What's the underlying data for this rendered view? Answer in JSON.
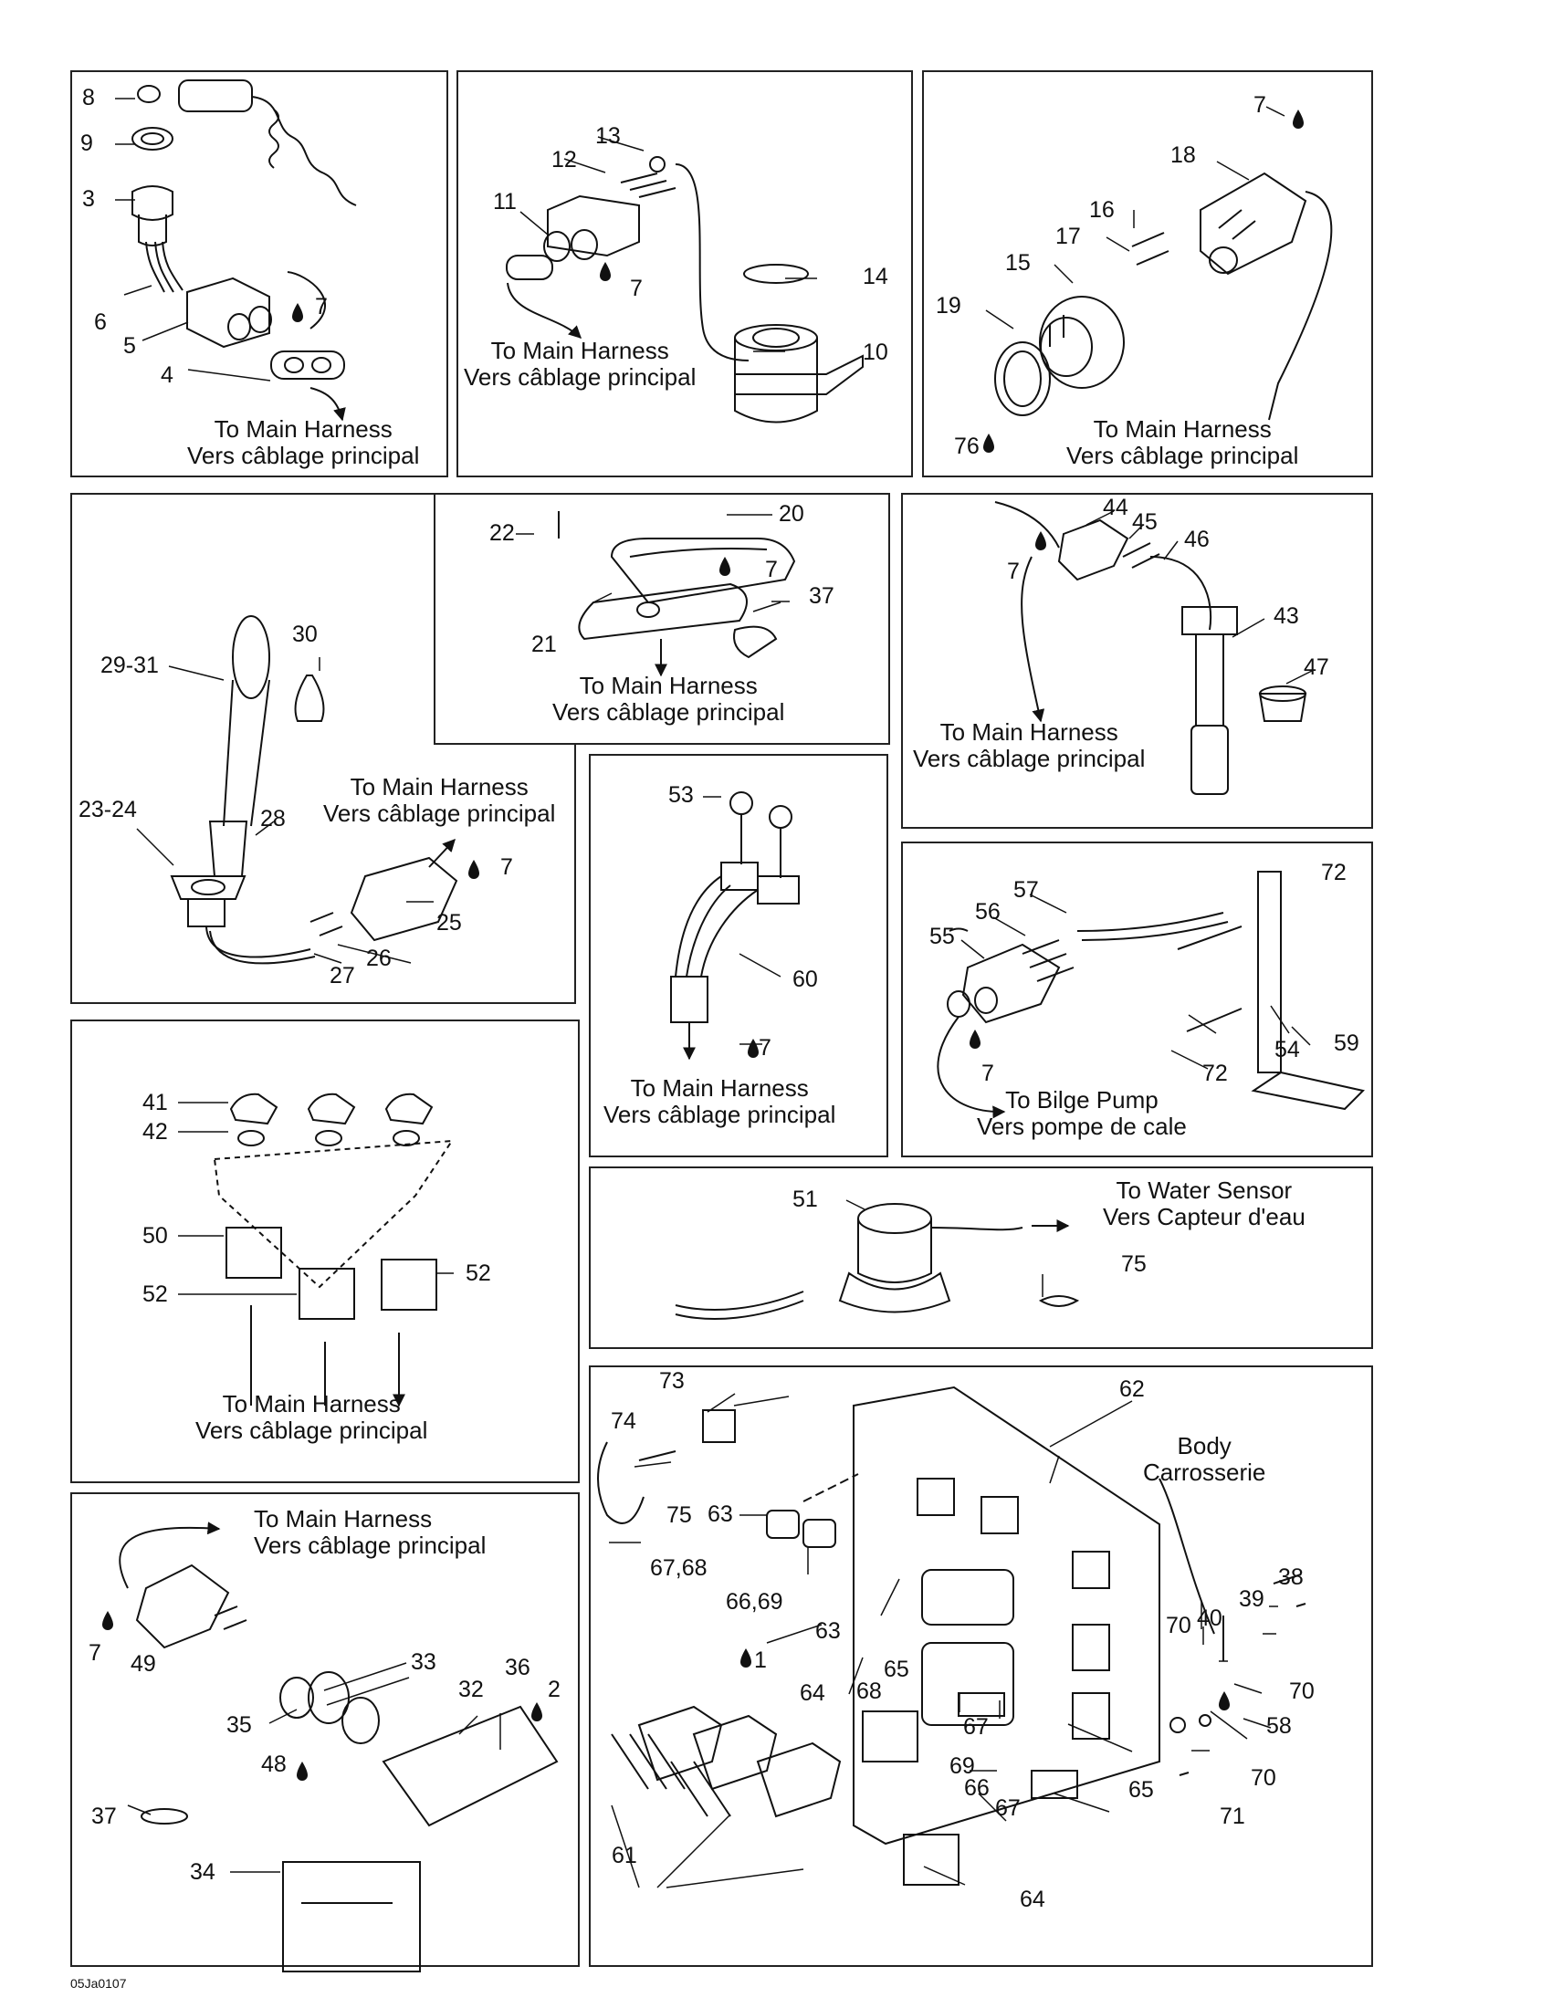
{
  "figure_code": "05Ja0107",
  "destinations": {
    "main_harness_en": "To Main Harness",
    "main_harness_fr": "Vers câblage principal",
    "bilge_pump_en": "To Bilge Pump",
    "bilge_pump_fr": "Vers pompe de cale",
    "water_sensor_en": "To Water Sensor",
    "water_sensor_fr": "Vers Capteur d'eau",
    "body_en": "Body",
    "body_fr": "Carrosserie"
  },
  "callouts": {
    "p1": [
      "8",
      "9",
      "3",
      "6",
      "5",
      "4",
      "7"
    ],
    "p2": [
      "13",
      "12",
      "11",
      "7",
      "14",
      "10"
    ],
    "p3": [
      "7",
      "18",
      "16",
      "17",
      "15",
      "19",
      "76"
    ],
    "p4": [
      "30",
      "29-31",
      "23-24",
      "28",
      "7",
      "25",
      "26",
      "27"
    ],
    "p5": [
      "22",
      "20",
      "7",
      "21",
      "37"
    ],
    "p6": [
      "44",
      "45",
      "46",
      "7",
      "43",
      "47"
    ],
    "p7": [
      "53",
      "60",
      "7"
    ],
    "p8": [
      "57",
      "72",
      "56",
      "55",
      "54",
      "59",
      "7",
      "72"
    ],
    "p9": [
      "41",
      "42",
      "50",
      "52",
      "52"
    ],
    "p10": [
      "51",
      "75"
    ],
    "p11": [
      "7",
      "49",
      "33",
      "36",
      "2",
      "32",
      "35",
      "48",
      "37",
      "34"
    ],
    "p12": [
      "73",
      "62",
      "74",
      "75",
      "63",
      "67,68",
      "66,69",
      "63",
      "38",
      "39",
      "40",
      "70",
      "70",
      "58",
      "1",
      "65",
      "68",
      "64",
      "67",
      "69",
      "66",
      "67",
      "65",
      "61",
      "71",
      "70",
      "64"
    ]
  }
}
